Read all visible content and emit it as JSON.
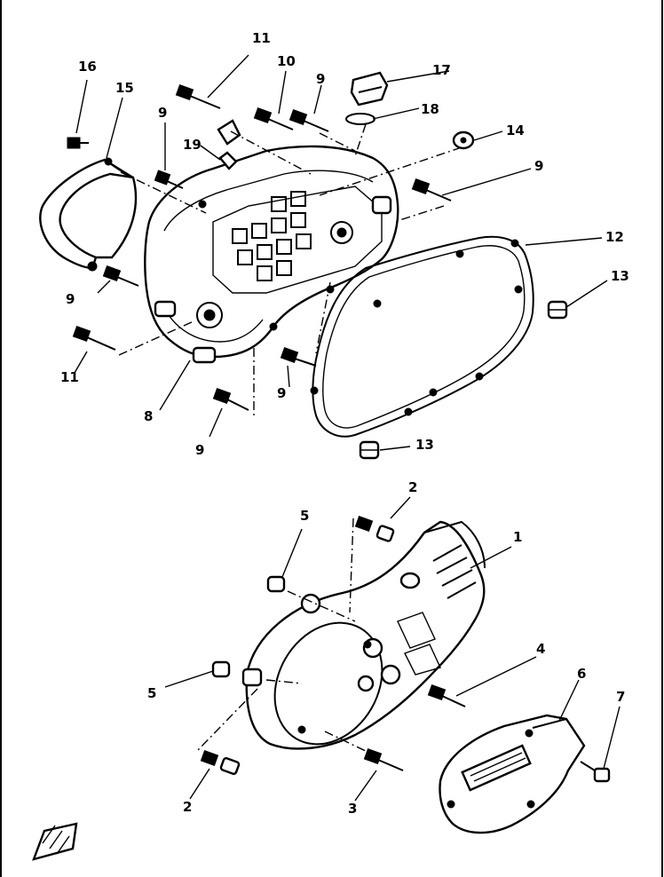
{
  "labels": {
    "l1": "1",
    "l2a": "2",
    "l2b": "2",
    "l3": "3",
    "l4": "4",
    "l5a": "5",
    "l5b": "5",
    "l6": "6",
    "l7": "7",
    "l8": "8",
    "l9a": "9",
    "l9b": "9",
    "l9c": "9",
    "l9d": "9",
    "l9e": "9",
    "l9f": "9",
    "l10": "10",
    "l11a": "11",
    "l11b": "11",
    "l12": "12",
    "l13a": "13",
    "l13b": "13",
    "l14": "14",
    "l15": "15",
    "l16": "16",
    "l17": "17",
    "l18": "18",
    "l19": "19"
  },
  "colors": {
    "line": "#000000",
    "background": "#ffffff"
  },
  "icons": {
    "orientation_mark": "front-arrow-icon"
  }
}
